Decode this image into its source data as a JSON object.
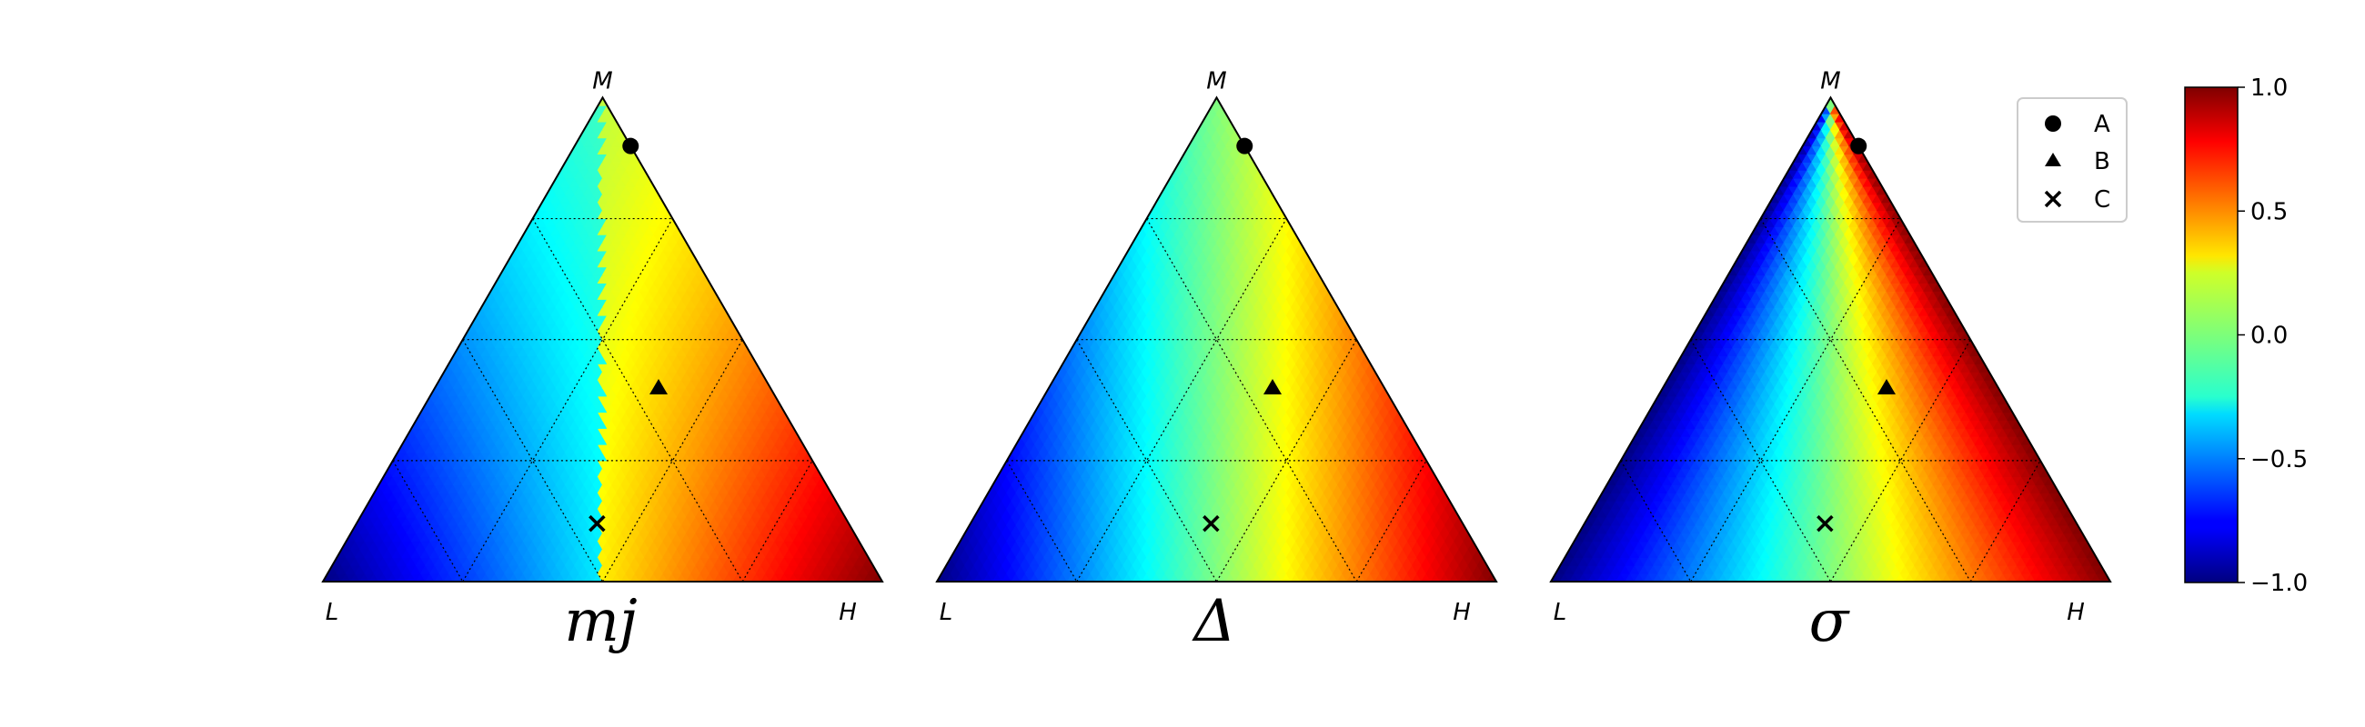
{
  "chart_data": [
    {
      "type": "ternary-heatmap",
      "title": "mj",
      "vertex_labels": {
        "left": "L",
        "top": "M",
        "right": "H"
      },
      "field": "mj",
      "markers": [
        {
          "name": "A",
          "symbol": "circle",
          "L": 0.0,
          "M": 0.9,
          "H": 0.1
        },
        {
          "name": "B",
          "symbol": "triangle",
          "L": 0.2,
          "M": 0.4,
          "H": 0.4
        },
        {
          "name": "C",
          "symbol": "x",
          "L": 0.45,
          "M": 0.12,
          "H": 0.43
        }
      ],
      "grid": true
    },
    {
      "type": "ternary-heatmap",
      "title": "Δ",
      "vertex_labels": {
        "left": "L",
        "top": "M",
        "right": "H"
      },
      "field": "delta",
      "markers": [
        {
          "name": "A",
          "symbol": "circle",
          "L": 0.0,
          "M": 0.9,
          "H": 0.1
        },
        {
          "name": "B",
          "symbol": "triangle",
          "L": 0.2,
          "M": 0.4,
          "H": 0.4
        },
        {
          "name": "C",
          "symbol": "x",
          "L": 0.45,
          "M": 0.12,
          "H": 0.43
        }
      ],
      "grid": true
    },
    {
      "type": "ternary-heatmap",
      "title": "σ",
      "vertex_labels": {
        "left": "L",
        "top": "M",
        "right": "H"
      },
      "field": "sigma",
      "markers": [
        {
          "name": "A",
          "symbol": "circle",
          "L": 0.0,
          "M": 0.9,
          "H": 0.1
        },
        {
          "name": "B",
          "symbol": "triangle",
          "L": 0.2,
          "M": 0.4,
          "H": 0.4
        },
        {
          "name": "C",
          "symbol": "x",
          "L": 0.45,
          "M": 0.12,
          "H": 0.43
        }
      ],
      "grid": true
    }
  ],
  "colorbar": {
    "range": [
      -1.0,
      1.0
    ],
    "ticks": [
      "1.0",
      "0.5",
      "0.0",
      "−0.5",
      "−1.0"
    ],
    "tick_values": [
      1.0,
      0.5,
      0.0,
      -0.5,
      -1.0
    ],
    "colormap": "jet"
  },
  "legend": {
    "placement": "top-right",
    "items": [
      {
        "label": "A",
        "symbol": "circle"
      },
      {
        "label": "B",
        "symbol": "triangle"
      },
      {
        "label": "C",
        "symbol": "x"
      }
    ]
  }
}
